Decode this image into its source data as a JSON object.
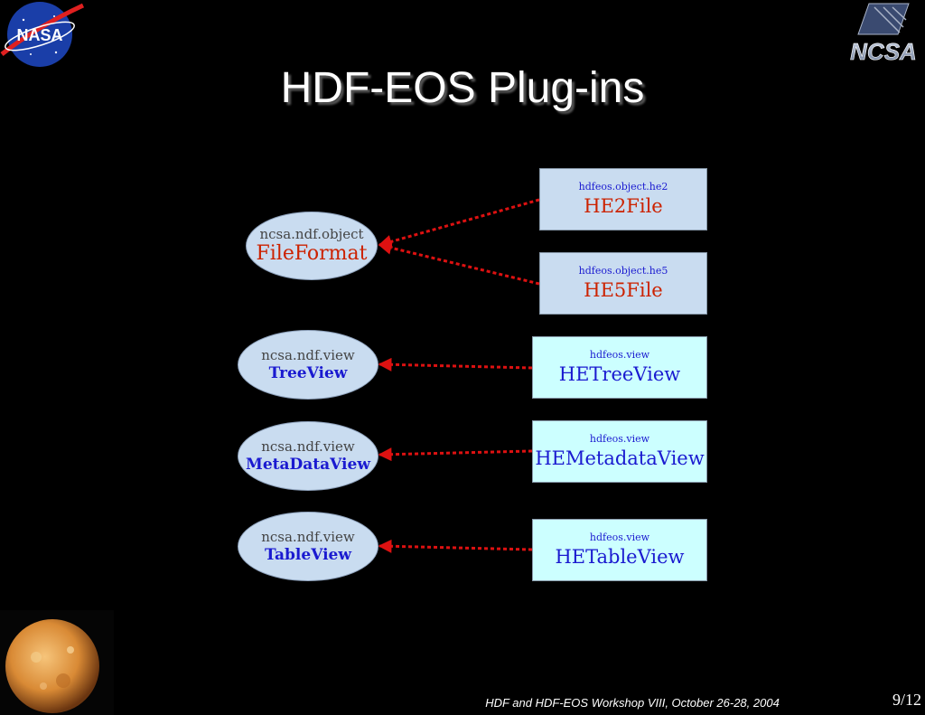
{
  "title": "HDF-EOS Plug-ins",
  "logos": {
    "left": "NASA",
    "right": "NCSA"
  },
  "interfaces": [
    {
      "package": "ncsa.ndf.object",
      "class": "FileFormat"
    },
    {
      "package": "ncsa.ndf.view",
      "class": "TreeView"
    },
    {
      "package": "ncsa.ndf.view",
      "class": "MetaDataView"
    },
    {
      "package": "ncsa.ndf.view",
      "class": "TableView"
    }
  ],
  "implementations": [
    {
      "package": "hdfeos.object.he2",
      "class": "HE2File"
    },
    {
      "package": "hdfeos.object.he5",
      "class": "HE5File"
    },
    {
      "package": "hdfeos.view",
      "class": "HETreeView"
    },
    {
      "package": "hdfeos.view",
      "class": "HEMetadataView"
    },
    {
      "package": "hdfeos.view",
      "class": "HETableView"
    }
  ],
  "footer": "HDF and HDF-EOS Workshop VIII, October 26-28, 2004",
  "page_number": "9/12",
  "colors": {
    "background": "#000000",
    "interface_fill": "#c9dcf0",
    "view_box_fill": "#ccffff",
    "arrow": "#dd1111",
    "fileformat_text": "#cc2200",
    "view_text": "#1a1ad0"
  }
}
